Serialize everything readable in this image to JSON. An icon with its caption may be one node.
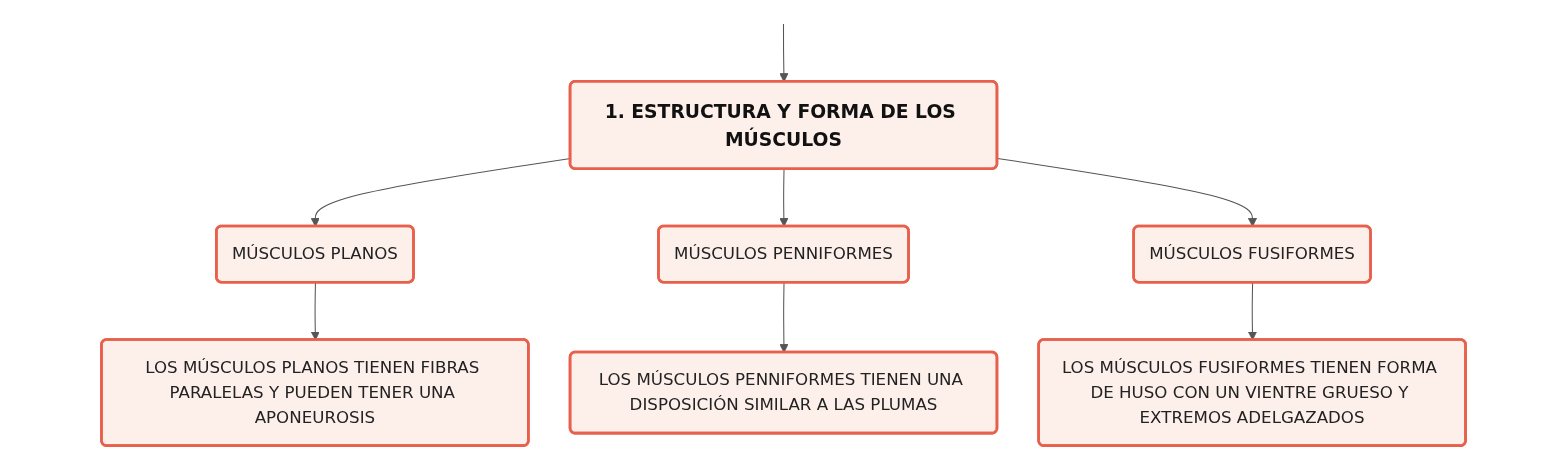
{
  "diagram": {
    "nodes": [
      {
        "text": [
          "1. ESTRUCTURA Y FORMA DE LOS MÚSCULOS"
        ]
      },
      {
        "text": [
          "MÚSCULOS PLANOS"
        ]
      },
      {
        "text": [
          "MÚSCULOS PENNIFORMES"
        ]
      },
      {
        "text": [
          "MÚSCULOS FUSIFORMES"
        ]
      },
      {
        "text": [
          "LOS MÚSCULOS PLANOS TIENEN FIBRAS PARALELAS Y PUEDEN TENER UNA APONEUROSIS"
        ]
      },
      {
        "text": [
          "LOS MÚSCULOS PENNIFORMES TIENEN UNA DISPOSICIÓN SIMILAR A LAS PLUMAS"
        ]
      },
      {
        "text": [
          "LOS MÚSCULOS FUSIFORMES TIENEN FORMA DE HUSO CON UN VIENTRE GRUESO Y EXTREMOS ADELGAZADOS"
        ]
      }
    ],
    "edges": [
      {
        "from": null,
        "to": 0,
        "arrow": "to"
      },
      {
        "from": 0,
        "to": 1,
        "arrow": "to"
      },
      {
        "from": 0,
        "to": 2,
        "arrow": "to"
      },
      {
        "from": 0,
        "to": 3,
        "arrow": "to"
      },
      {
        "from": 1,
        "to": 4,
        "arrow": "to"
      },
      {
        "from": 2,
        "to": 5,
        "arrow": "to"
      },
      {
        "from": 3,
        "to": 6,
        "arrow": "to"
      }
    ]
  }
}
